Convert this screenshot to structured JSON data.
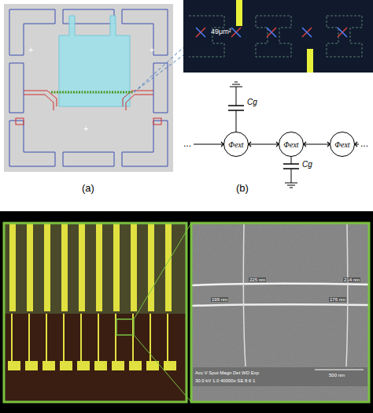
{
  "diagram": {
    "nodes": [
      {
        "text": [
          "Φext"
        ]
      },
      {
        "text": [
          "Φext"
        ]
      },
      {
        "text": [
          "Φext"
        ]
      }
    ],
    "edges": [
      {
        "from": 0,
        "to": 1,
        "arrow": "none"
      },
      {
        "from": 1,
        "to": 2,
        "arrow": "none"
      }
    ],
    "labels": [
      "(a)",
      "(b)",
      "49μm²",
      "Cg",
      "Cg",
      "...",
      "...",
      "225 nm",
      "214 nm",
      "199 nm",
      "176 nm",
      "Acc.V Spot Magn Det WD Exp",
      "30.0 kV 1.0 40000x SE 8.6 1",
      "500 nm",
      "+",
      "+",
      "+"
    ]
  }
}
